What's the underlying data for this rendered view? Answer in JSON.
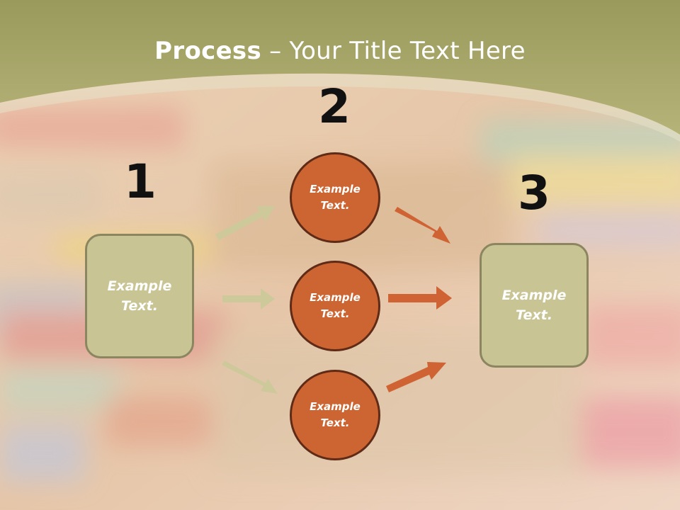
{
  "title": {
    "bold": "Process",
    "rest": " – Your Title Text Here"
  },
  "steps": {
    "one": "1",
    "two": "2",
    "three": "3"
  },
  "boxes": {
    "left": "Example Text.",
    "right": "Example Text."
  },
  "circles": {
    "top": "Example Text.",
    "middle": "Example Text.",
    "bottom": "Example Text."
  },
  "colors": {
    "box_fill": "#c9c494",
    "circle_fill": "#cd6532",
    "left_arrows": "#cdc99b",
    "right_arrows": "#cf6333"
  }
}
